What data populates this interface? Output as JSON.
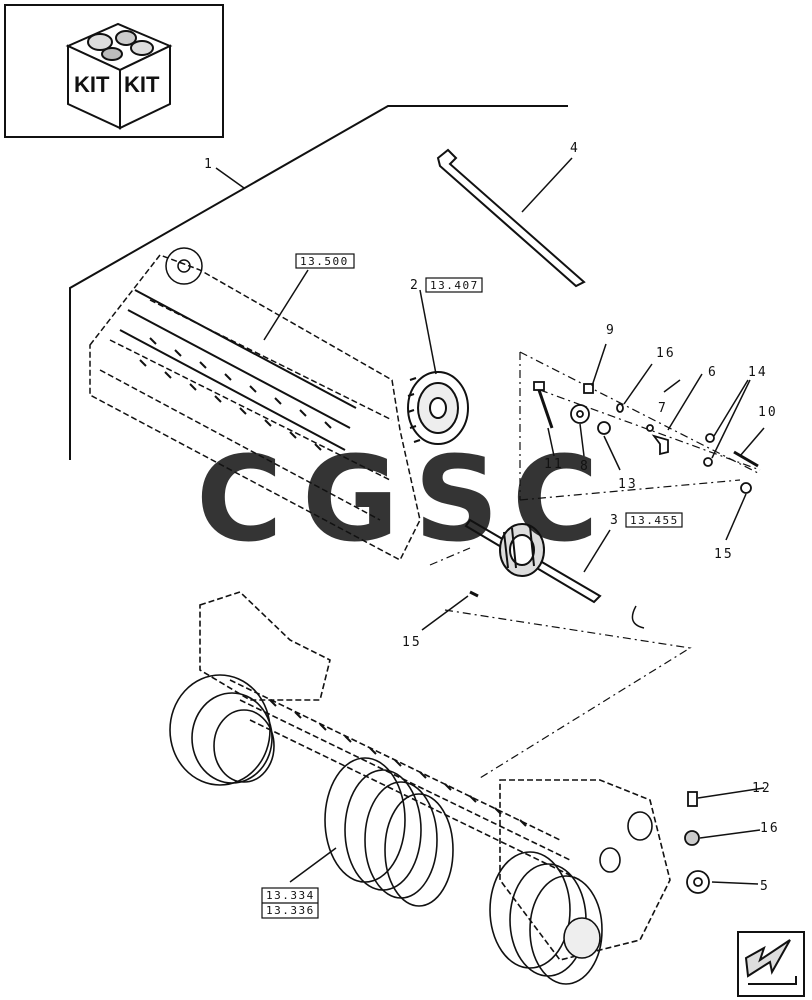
{
  "kit_badge": {
    "labels": [
      "KIT",
      "KIT"
    ]
  },
  "callouts": {
    "c1": "1",
    "c2": "2",
    "c3": "3",
    "c4": "4",
    "c5": "5",
    "c6": "6",
    "c7": "7",
    "c8": "8",
    "c9": "9",
    "c10": "10",
    "c11": "11",
    "c12": "12",
    "c13": "13",
    "c14": "14",
    "c15a": "15",
    "c15b": "15",
    "c16a": "16",
    "c16b": "16"
  },
  "references": {
    "r13500": "13.500",
    "r13407": "13.407",
    "r13455": "13.455",
    "r13334": "13.334",
    "r13336": "13.336"
  },
  "watermark": {
    "letters": [
      "C",
      "G",
      "S",
      "C"
    ],
    "colors": [
      "#5b9bf0",
      "#f07c72",
      "#f5d66a",
      "#4fb58a"
    ]
  },
  "colors": {
    "line": "#111111",
    "background": "#ffffff"
  }
}
